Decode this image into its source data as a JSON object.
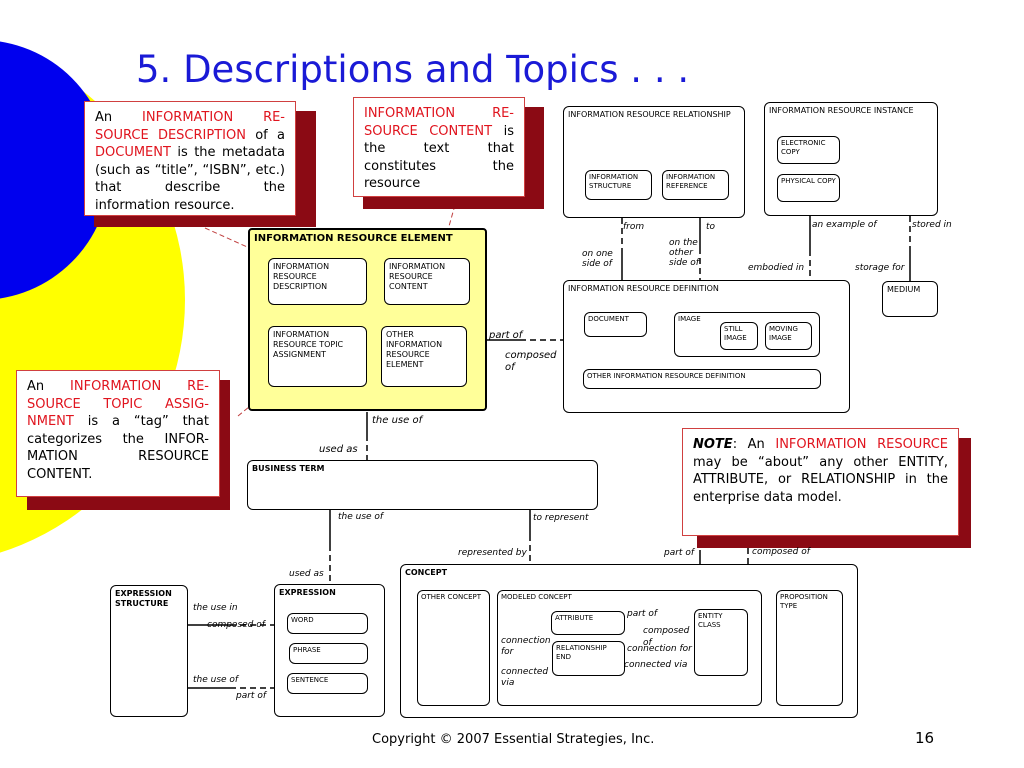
{
  "slide": {
    "title": "5. Descriptions and Topics . . .",
    "copyright": "Copyright © 2007 Essential Strategies, Inc.",
    "page_number": "16"
  },
  "callouts": {
    "description": {
      "p1": "An ",
      "r1": "INFORMATION RE-SOURCE DESCRIPTION",
      "p2": " of a ",
      "r2": "DOCUMENT",
      "p3": " is the metadata (such as “title”, “ISBN”, etc.) that describe the information resource."
    },
    "content": {
      "r1": "INFORMATION RE-SOURCE CONTENT",
      "p1": " is the text that constitutes the resource"
    },
    "topic": {
      "p1": "An ",
      "r1": "INFORMATION RE-SOURCE TOPIC ASSIG-NMENT",
      "p2": " is a “tag” that categorizes the INFOR-MATION RESOURCE CONTENT."
    },
    "note": {
      "n": "NOTE",
      "p1": ": An ",
      "r1": "INFORMATION RESOURCE",
      "p2": " may be “about” any other ENTITY, ATTRIBUTE, or RELATIONSHIP in the enterprise data model."
    }
  },
  "entities": {
    "ir_element": "INFORMATION RESOURCE ELEMENT",
    "ir_description": "INFORMATION RESOURCE DESCRIPTION",
    "ir_content": "INFORMATION RESOURCE CONTENT",
    "ir_topic_assignment": "INFORMATION RESOURCE TOPIC ASSIGNMENT",
    "other_ir_element": "OTHER INFORMATION RESOURCE ELEMENT",
    "ir_relationship": "INFORMATION RESOURCE RELATIONSHIP",
    "information_structure": "INFORMATION STRUCTURE",
    "information_reference": "INFORMATION REFERENCE",
    "ir_instance": "INFORMATION RESOURCE INSTANCE",
    "electronic_copy": "ELECTRONIC COPY",
    "physical_copy": "PHYSICAL COPY",
    "ir_definition": "INFORMATION RESOURCE DEFINITION",
    "document": "DOCUMENT",
    "image": "IMAGE",
    "still_image": "STILL IMAGE",
    "moving_image": "MOVING IMAGE",
    "other_ir_definition": "OTHER INFORMATION RESOURCE DEFINITION",
    "medium": "MEDIUM",
    "business_term": "BUSINESS TERM",
    "concept": "CONCEPT",
    "other_concept": "OTHER CONCEPT",
    "modeled_concept": "MODELED CONCEPT",
    "attribute": "ATTRIBUTE",
    "entity_class": "ENTITY CLASS",
    "relationship_end": "RELATIONSHIP END",
    "proposition_type": "PROPOSITION TYPE",
    "expression_structure": "EXPRESSION STRUCTURE",
    "expression": "EXPRESSION",
    "word": "WORD",
    "phrase": "PHRASE",
    "sentence": "SENTENCE"
  },
  "labels": {
    "from": "from",
    "to": "to",
    "on_one_side_of": "on one side of",
    "on_the_other_side_of": "on the other side of",
    "an_example_of": "an example of",
    "stored_in": "stored in",
    "embodied_in": "embodied in",
    "storage_for": "storage for",
    "part_of_1": "part of",
    "composed_of_1": "composed of",
    "the_use_of_1": "the use of",
    "used_as_1": "used as",
    "the_use_of_2": "the use of",
    "to_represent": "to represent",
    "represented_by": "represented by",
    "part_of_2": "part of",
    "composed_of_2": "composed of",
    "used_as_2": "used as",
    "the_use_in": "the use in",
    "composed_of_3": "composed of",
    "the_use_of_3": "the use of",
    "part_of_3": "part of",
    "part_of_4": "part of",
    "composed_of_4": "composed of",
    "connection_for_1": "connection for",
    "connected_via_1": "connected via",
    "connection_for_2": "connection for",
    "connected_via_2": "connected via"
  },
  "colors": {
    "title": "#1a1ad6",
    "callout_red_text": "#e0141e",
    "callout_shadow": "#8b0a14",
    "highlight_fill": "#ffff99",
    "decor_blue": "#0000ee",
    "decor_yellow": "#ffff00"
  }
}
